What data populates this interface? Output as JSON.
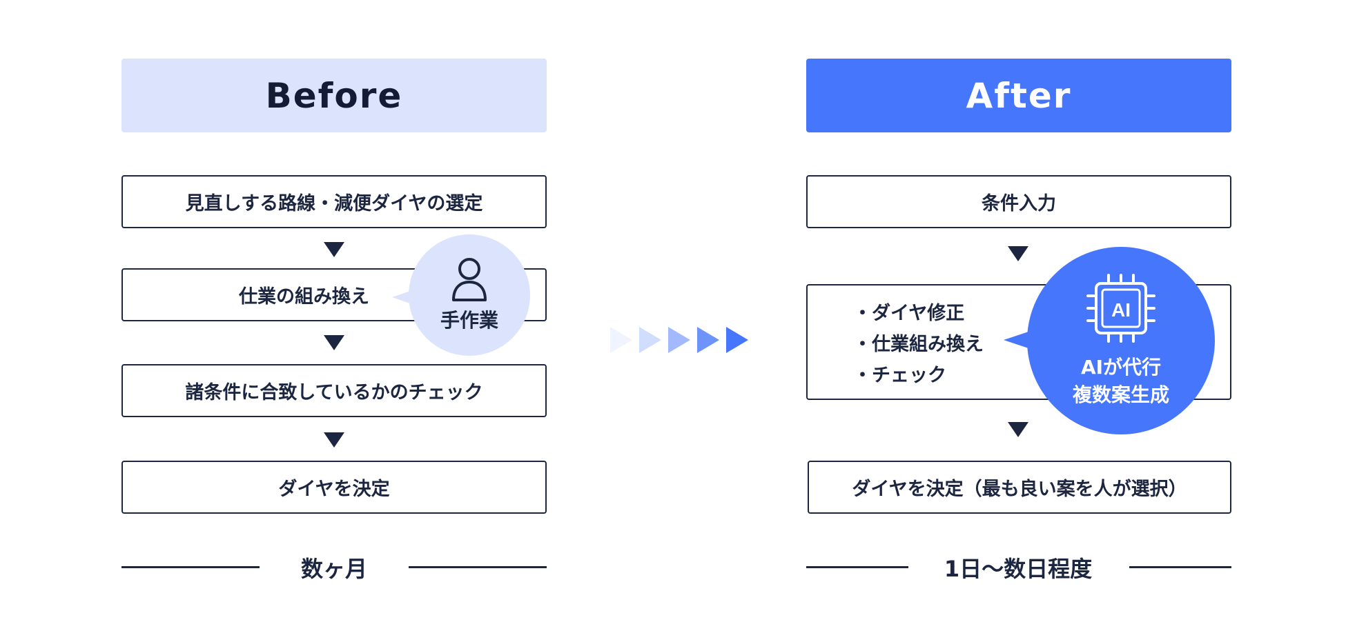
{
  "before": {
    "header": "Before",
    "steps": [
      "見直しする路線・減便ダイヤの選定",
      "仕業の組み換え",
      "諸条件に合致しているかのチェック",
      "ダイヤを決定"
    ],
    "bubble_label": "手作業",
    "duration": "数ヶ月"
  },
  "after": {
    "header": "After",
    "step1": "条件入力",
    "ai_items": [
      "・ダイヤ修正",
      "・仕業組み換え",
      "・チェック"
    ],
    "ai_chip_label": "AI",
    "bubble_lines": [
      "AIが代行",
      "複数案生成"
    ],
    "final_step": "ダイヤを決定（最も良い案を人が選択）",
    "duration": "1日〜数日程度"
  },
  "colors": {
    "accent": "#4576fb",
    "light_accent": "#dbe3fd",
    "navy": "#1c2640"
  },
  "icons": [
    "person-icon",
    "ai-chip-icon",
    "arrow-chevron-icon",
    "down-triangle-icon"
  ]
}
